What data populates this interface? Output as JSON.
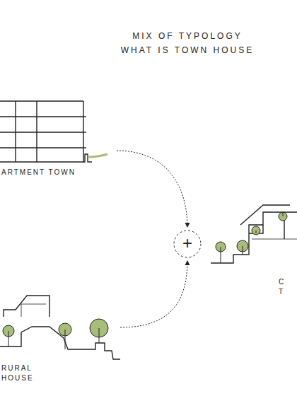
{
  "diagram": {
    "title": "MIX OF TYPOLOGY",
    "nodes": [
      {
        "text": [
          "ARTMENT TOWN"
        ]
      },
      {
        "text": [
          "+"
        ]
      },
      {
        "text": [
          "C T"
        ]
      },
      {
        "text": [
          "RURAL HOUSE"
        ]
      }
    ],
    "edges": [
      {
        "from": 0,
        "to": 1,
        "arrow": "to"
      },
      {
        "from": 3,
        "to": 1,
        "arrow": "to"
      }
    ],
    "labels": [
      "WHAT IS TOWN HOUSE"
    ]
  }
}
